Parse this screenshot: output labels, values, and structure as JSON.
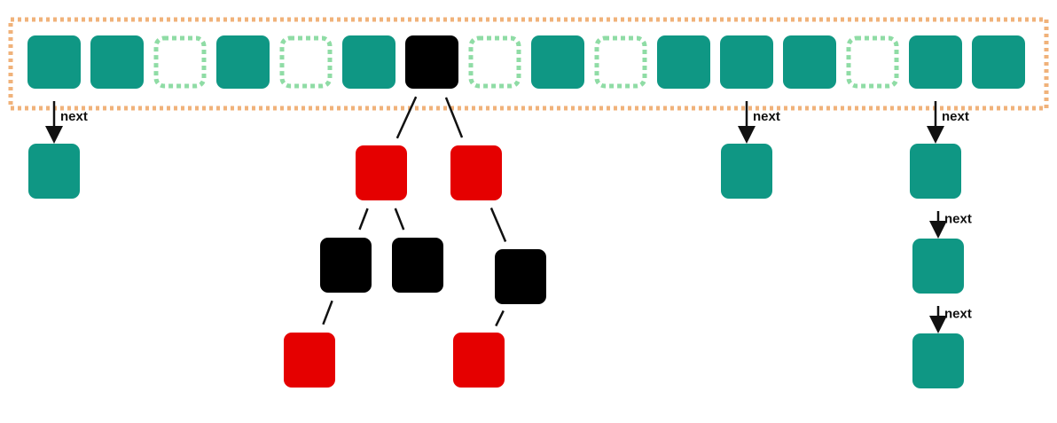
{
  "colors": {
    "teal": "#0f9784",
    "black": "#000000",
    "red": "#e50000",
    "empty_dotted": "#8fdca5",
    "array_border": "#f0b27a",
    "line": "#111111"
  },
  "array_slots": [
    {
      "state": "filled"
    },
    {
      "state": "filled"
    },
    {
      "state": "empty"
    },
    {
      "state": "filled"
    },
    {
      "state": "empty"
    },
    {
      "state": "filled"
    },
    {
      "state": "tree-root"
    },
    {
      "state": "empty"
    },
    {
      "state": "filled"
    },
    {
      "state": "empty"
    },
    {
      "state": "filled"
    },
    {
      "state": "filled"
    },
    {
      "state": "filled"
    },
    {
      "state": "empty"
    },
    {
      "state": "filled"
    },
    {
      "state": "filled"
    }
  ],
  "linked_lists": [
    {
      "bucket_index": 0,
      "length": 1
    },
    {
      "bucket_index": 11,
      "length": 1
    },
    {
      "bucket_index": 14,
      "length": 3
    }
  ],
  "next_label": "next",
  "tree": {
    "root_bucket": 6,
    "nodes": [
      {
        "id": "root",
        "color": "black",
        "parent": null
      },
      {
        "id": "l",
        "color": "red",
        "parent": "root"
      },
      {
        "id": "r",
        "color": "red",
        "parent": "root"
      },
      {
        "id": "ll",
        "color": "black",
        "parent": "l"
      },
      {
        "id": "lr",
        "color": "black",
        "parent": "l"
      },
      {
        "id": "rr",
        "color": "black",
        "parent": "r"
      },
      {
        "id": "lll",
        "color": "red",
        "parent": "ll"
      },
      {
        "id": "rrl",
        "color": "red",
        "parent": "rr"
      }
    ]
  }
}
